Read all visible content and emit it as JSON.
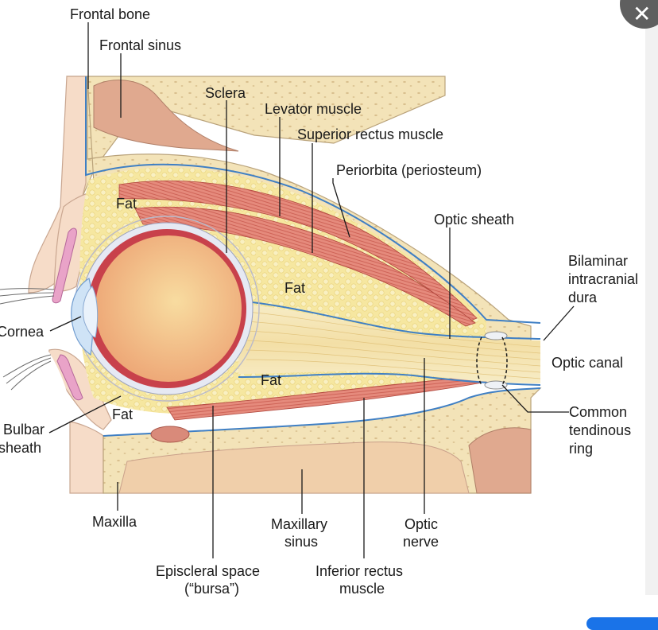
{
  "diagram": {
    "labels": {
      "frontal_bone": "Frontal bone",
      "frontal_sinus": "Frontal sinus",
      "sclera": "Sclera",
      "levator_muscle": "Levator muscle",
      "superior_rectus": "Superior rectus muscle",
      "periorbita": "Periorbita (periosteum)",
      "optic_sheath": "Optic sheath",
      "bilaminar_1": "Bilaminar",
      "bilaminar_2": "intracranial",
      "bilaminar_3": "dura",
      "optic_canal": "Optic canal",
      "common_ring_1": "Common",
      "common_ring_2": "tendinous",
      "common_ring_3": "ring",
      "cornea": "Cornea",
      "bulbar_1": "Bulbar",
      "bulbar_2": "sheath",
      "maxilla": "Maxilla",
      "maxillary_sinus_1": "Maxillary",
      "maxillary_sinus_2": "sinus",
      "optic_nerve_1": "Optic",
      "optic_nerve_2": "nerve",
      "episcleral_1": "Episcleral space",
      "episcleral_2": "(“bursa”)",
      "inferior_rectus_1": "Inferior rectus",
      "inferior_rectus_2": "muscle",
      "fat_1": "Fat",
      "fat_2": "Fat",
      "fat_3": "Fat",
      "fat_4": "Fat"
    },
    "colors": {
      "bone": "#f3e3b8",
      "bone_outline": "#b9a27a",
      "skin": "#f6dcc8",
      "fat": "#f6e8a6",
      "muscle": "#e07b6e",
      "eye_inner": "#f3c58d",
      "eye_ring": "#c8414b",
      "sclera": "#e6e9f3",
      "membrane_blue": "#3f7fc4",
      "sinus": "#e3ae93",
      "nerve": "#f5e6b4"
    }
  },
  "overlay": {
    "close_icon": "✕"
  }
}
